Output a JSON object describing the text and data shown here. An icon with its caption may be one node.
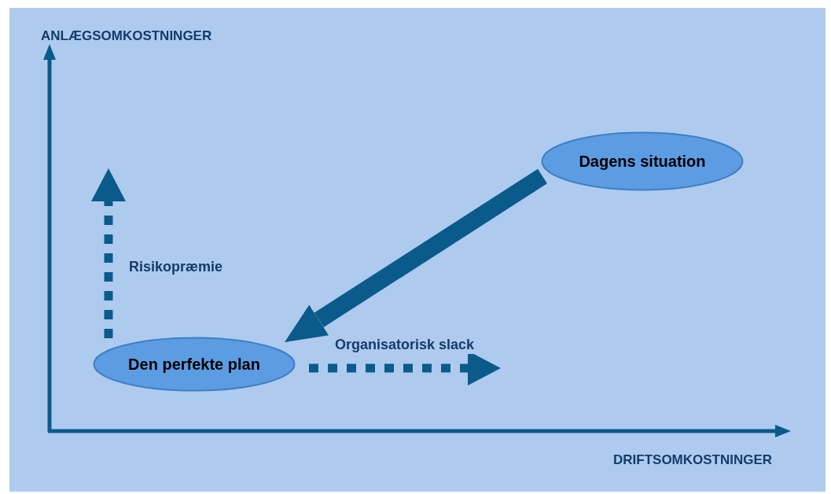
{
  "diagram": {
    "nodes": [
      {
        "text": [
          "Dagens situation"
        ]
      },
      {
        "text": [
          "Den perfekte plan"
        ]
      }
    ],
    "edges": [
      {
        "from": 0,
        "to": 1,
        "arrow": "to",
        "style": "thick"
      },
      {
        "from": 1,
        "to": null,
        "arrow": "to",
        "style": "dashed",
        "label": "Risikopræmie"
      },
      {
        "from": 1,
        "to": null,
        "arrow": "to",
        "style": "dashed",
        "label": "Organisatorisk slack"
      }
    ],
    "labels": [
      "ANLÆGSOMKOSTNINGER",
      "DRIFTSOMKOSTNINGER"
    ]
  }
}
